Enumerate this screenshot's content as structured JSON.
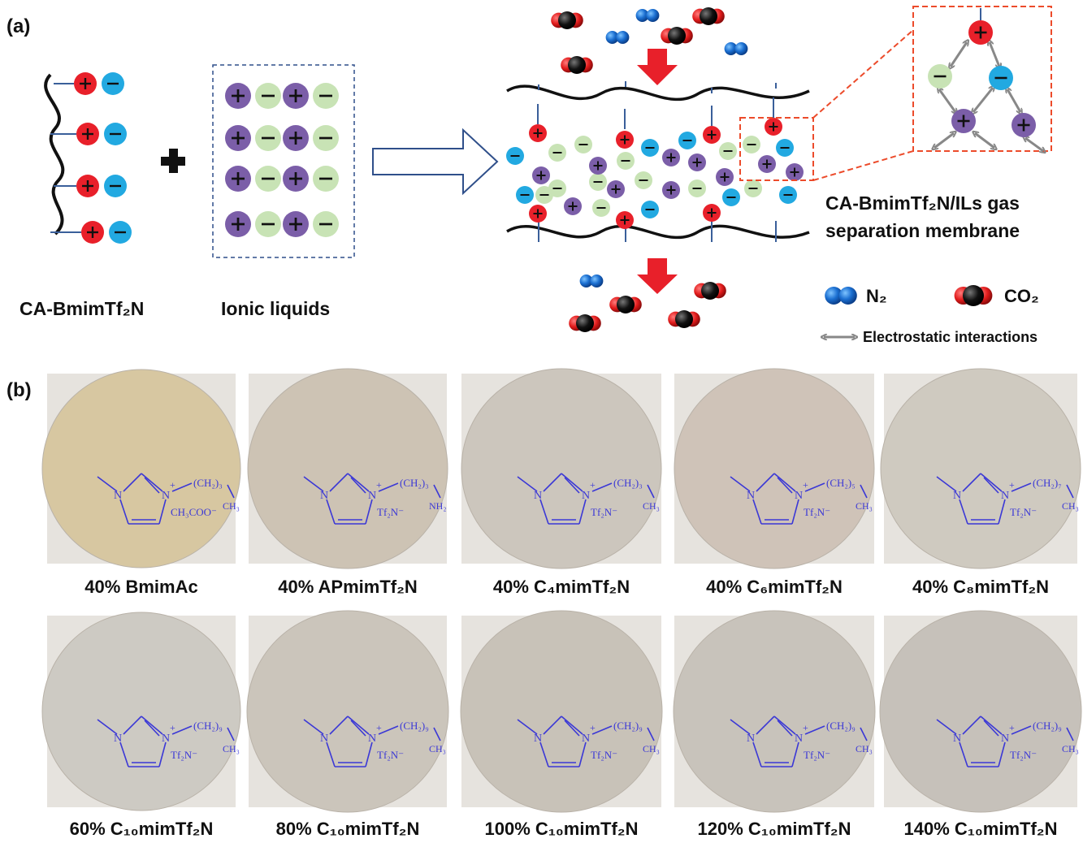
{
  "panel_a": {
    "label": "(a)",
    "left_caption": "CA-BmimTf₂N",
    "right_caption": "Ionic liquids",
    "membrane_label_line1": "CA-BmimTf₂N/ILs gas",
    "membrane_label_line2": "separation membrane",
    "legend": {
      "n2": "N₂",
      "co2": "CO₂",
      "interactions": "Electrostatic interactions"
    }
  },
  "panel_b": {
    "label": "(b)",
    "membranes": [
      {
        "caption": "40% BmimAc",
        "chain": "(CH₂)₃",
        "tail": "CH₃",
        "anion": "CH₃COO⁻",
        "tint": "#d7c7a1"
      },
      {
        "caption": "40% APmimTf₂N",
        "chain": "(CH₂)₃",
        "tail": "NH₂",
        "anion": "Tf₂N⁻",
        "tint": "#cdc3b4"
      },
      {
        "caption": "40% C₄mimTf₂N",
        "chain": "(CH₂)₃",
        "tail": "CH₃",
        "anion": "Tf₂N⁻",
        "tint": "#ccc6bd"
      },
      {
        "caption": "40% C₆mimTf₂N",
        "chain": "(CH₂)₅",
        "tail": "CH₃",
        "anion": "Tf₂N⁻",
        "tint": "#cfc3b8"
      },
      {
        "caption": "40% C₈mimTf₂N",
        "chain": "(CH₂)₇",
        "tail": "CH₃",
        "anion": "Tf₂N⁻",
        "tint": "#cfcac0"
      },
      {
        "caption": "60% C₁₀mimTf₂N",
        "chain": "(CH₂)₉",
        "tail": "CH₃",
        "anion": "Tf₂N⁻",
        "tint": "#cdcac3"
      },
      {
        "caption": "80% C₁₀mimTf₂N",
        "chain": "(CH₂)₉",
        "tail": "CH₃",
        "anion": "Tf₂N⁻",
        "tint": "#cbc5bb"
      },
      {
        "caption": "100% C₁₀mimTf₂N",
        "chain": "(CH₂)₉",
        "tail": "CH₃",
        "anion": "Tf₂N⁻",
        "tint": "#c8c2b8"
      },
      {
        "caption": "120% C₁₀mimTf₂N",
        "chain": "(CH₂)₉",
        "tail": "CH₃",
        "anion": "Tf₂N⁻",
        "tint": "#c8c3bb"
      },
      {
        "caption": "140% C₁₀mimTf₂N",
        "chain": "(CH₂)₉",
        "tail": "CH₃",
        "anion": "Tf₂N⁻",
        "tint": "#c6c1ba"
      }
    ]
  },
  "colors": {
    "cation_red": "#e8202a",
    "anion_blue": "#22a9e1",
    "il_cation_purple": "#7b5ea8",
    "il_anion_green": "#c8e3b5",
    "arrow_red": "#e8202a",
    "dash_red": "#ec4b2b",
    "dash_blue": "#2f4f8a",
    "structure_blue": "#3b38d6"
  }
}
